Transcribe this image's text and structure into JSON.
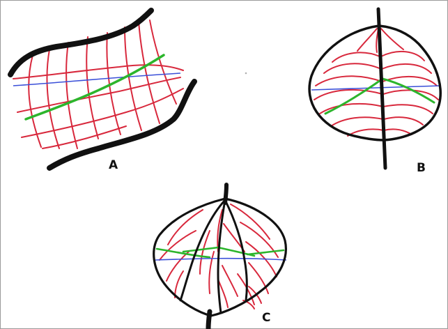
{
  "colors": {
    "outline": "#111111",
    "vein": "#d8283c",
    "green_line": "#2cb52c",
    "blue_line": "#3a4fd8"
  },
  "figures": [
    {
      "id": "A",
      "label": "A",
      "kind": "curved-venation-patch"
    },
    {
      "id": "B",
      "label": "B",
      "kind": "pinnate-leaf"
    },
    {
      "id": "C",
      "label": "C",
      "kind": "palmate-leaf"
    }
  ]
}
